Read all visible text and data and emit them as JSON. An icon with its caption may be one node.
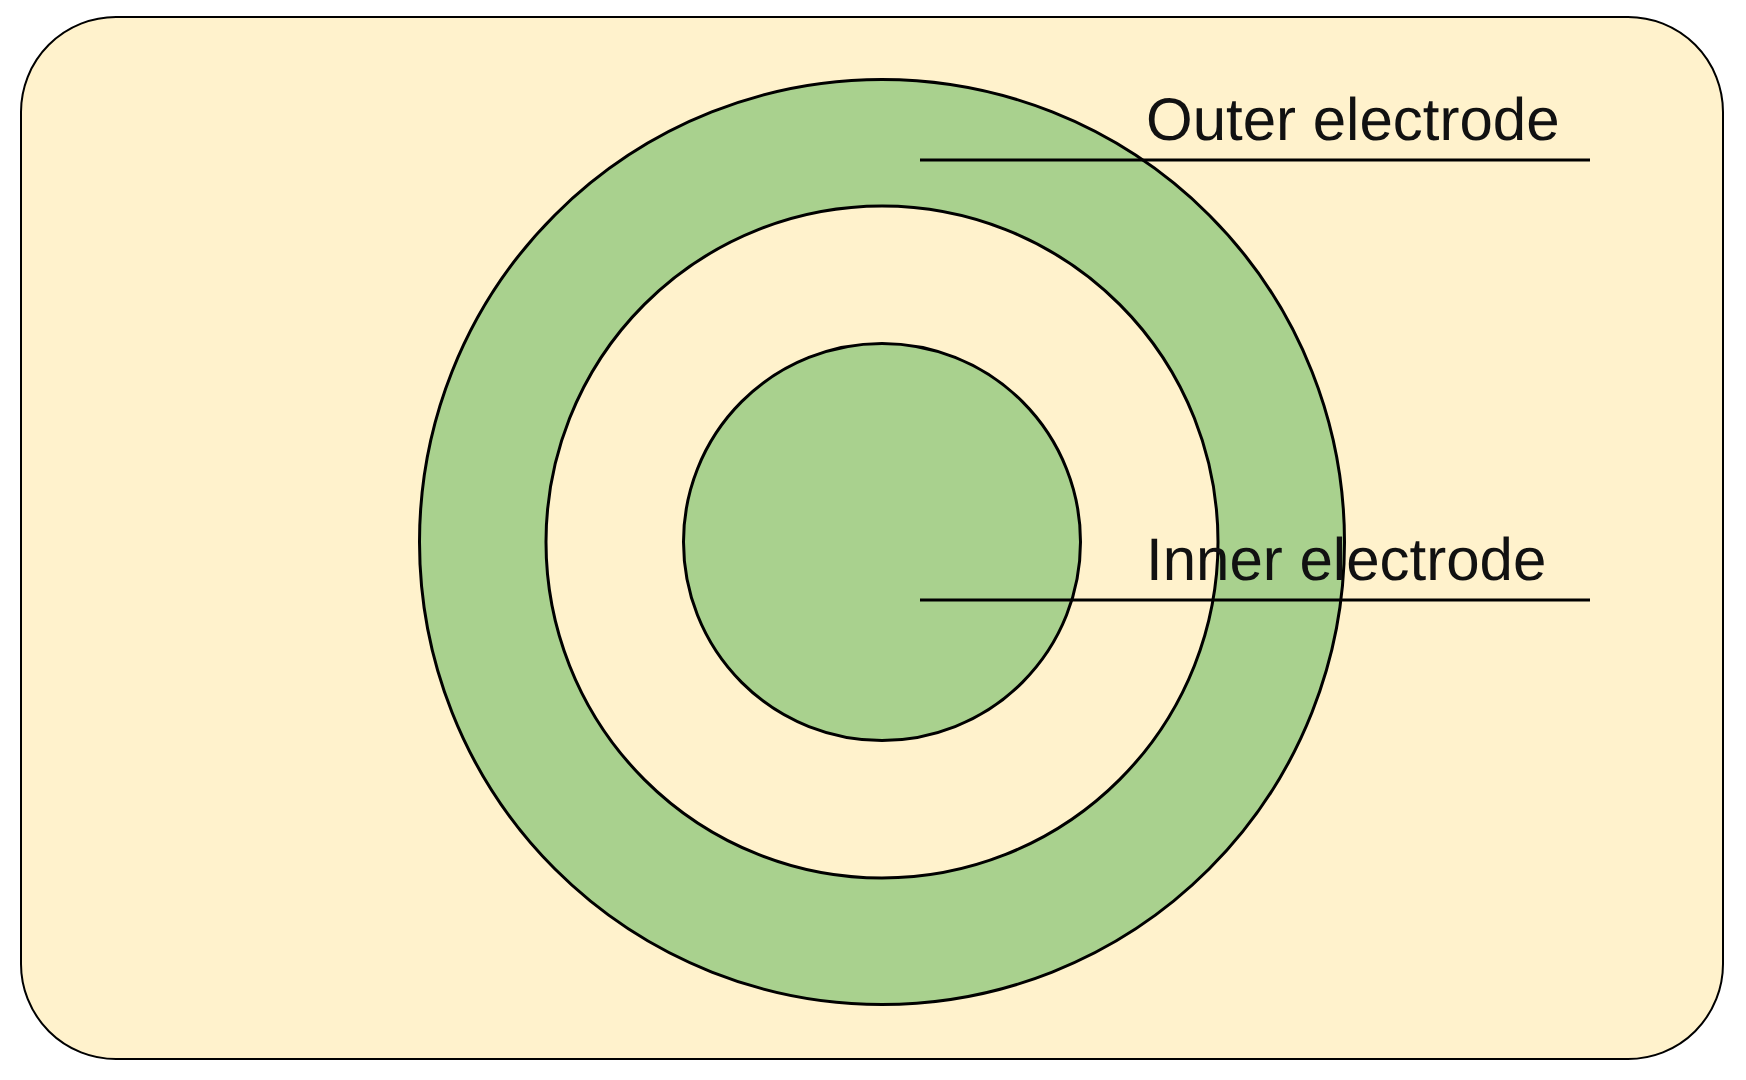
{
  "diagram": {
    "nodes": [
      {
        "text": [],
        "shape": "box"
      },
      {
        "text": [],
        "shape": "circle",
        "in": 0
      },
      {
        "text": [],
        "shape": "circle",
        "in": 1
      },
      {
        "text": [
          "Outer electrode"
        ],
        "in": 0
      },
      {
        "text": [
          "Inner electrode"
        ],
        "in": 0
      }
    ],
    "edges": [
      {
        "from": 3,
        "to": 1,
        "arrow": "none"
      },
      {
        "from": 4,
        "to": 2,
        "arrow": "none"
      }
    ]
  }
}
